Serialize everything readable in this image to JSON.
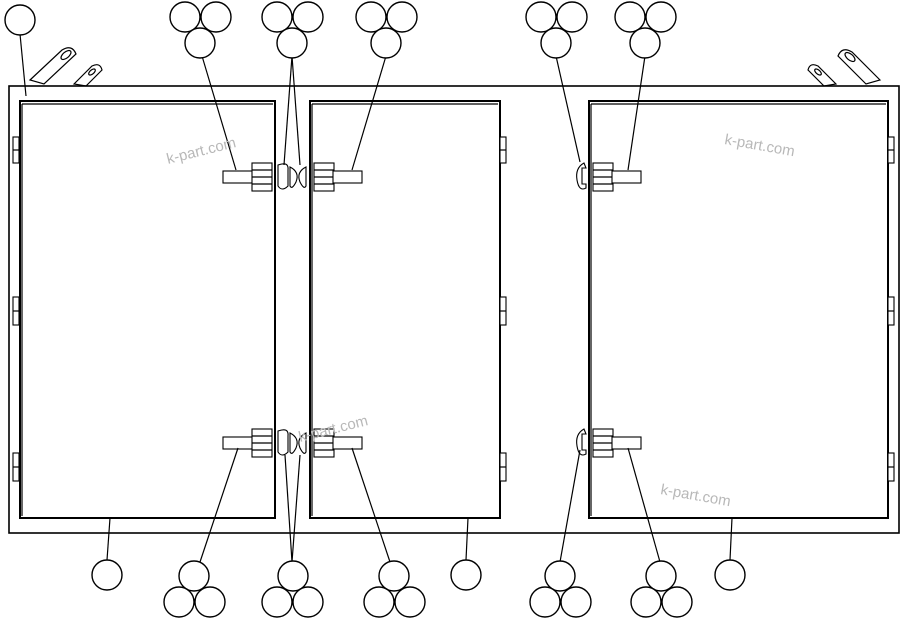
{
  "diagram": {
    "watermarks": [
      "k-part.com",
      "k-part.com",
      "k-part.com",
      "k-part.com"
    ],
    "callout_labels": []
  }
}
